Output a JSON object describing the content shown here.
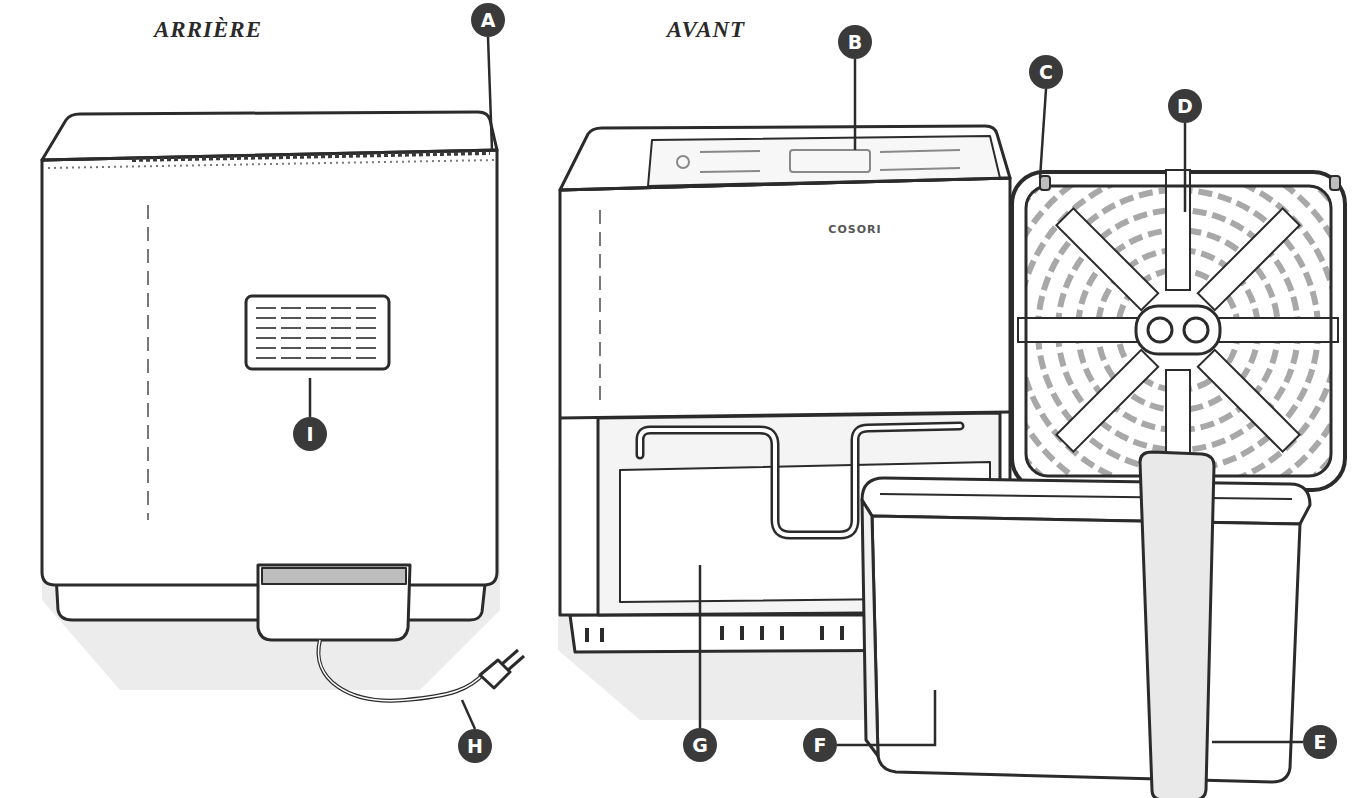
{
  "diagram": {
    "labels": [
      "ARRIÈRE",
      "AVANT",
      "COSORI",
      "A",
      "B",
      "C",
      "D",
      "E",
      "F",
      "G",
      "H",
      "I"
    ]
  }
}
